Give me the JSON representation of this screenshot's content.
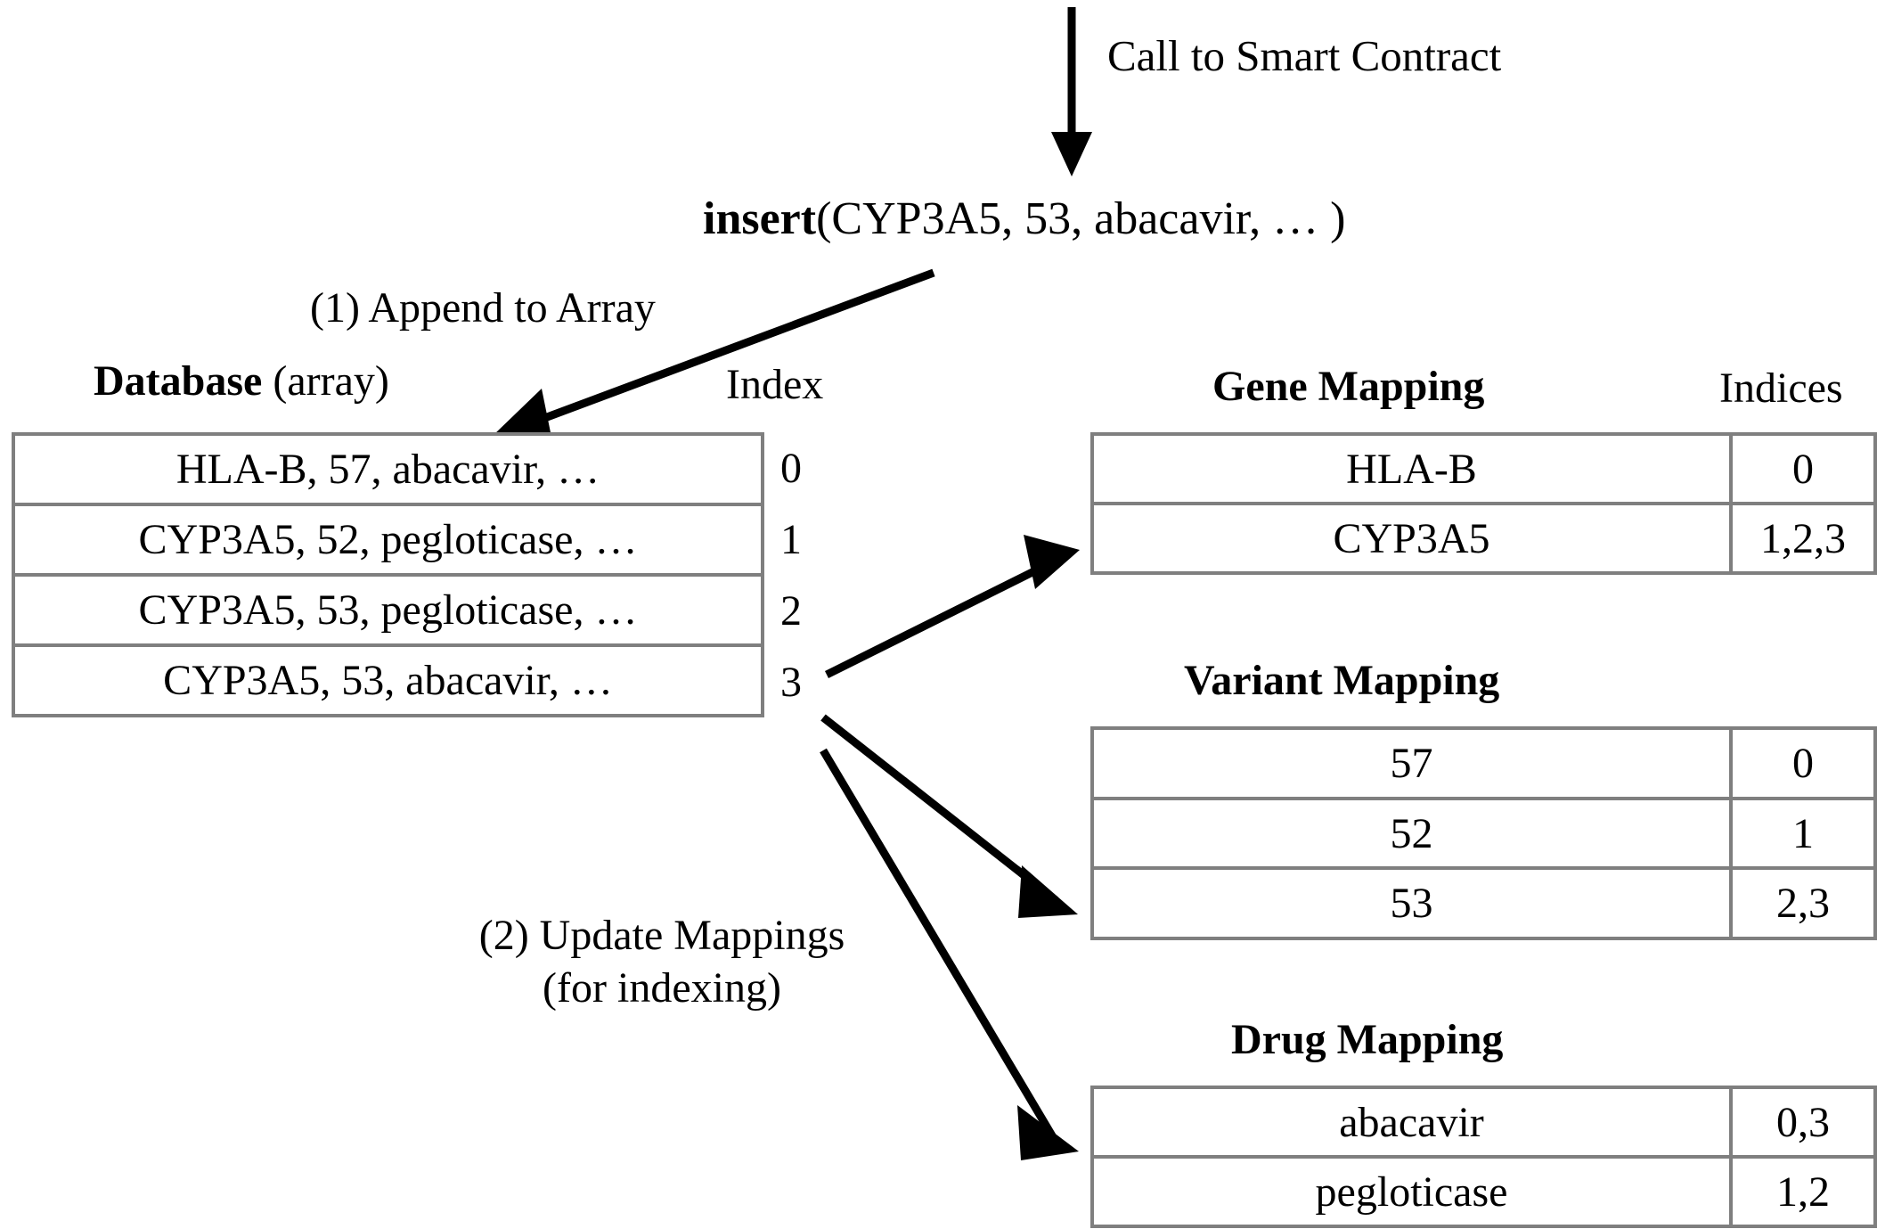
{
  "flow": {
    "call_label": "Call to Smart Contract",
    "insert_fn": "insert",
    "insert_args": "(CYP3A5, 53, abacavir, … )",
    "step1_label": "(1) Append to Array",
    "step2_label": "(2) Update Mappings\n(for indexing)"
  },
  "database": {
    "title_bold": "Database",
    "title_rest": " (array)",
    "index_header": "Index",
    "rows": [
      {
        "record": "HLA-B, 57, abacavir, …",
        "index": "0"
      },
      {
        "record": "CYP3A5, 52, pegloticase, …",
        "index": "1"
      },
      {
        "record": "CYP3A5, 53, pegloticase, …",
        "index": "2"
      },
      {
        "record": "CYP3A5, 53, abacavir, …",
        "index": "3"
      }
    ]
  },
  "indices_header": "Indices",
  "mappings": {
    "gene": {
      "title": "Gene Mapping",
      "rows": [
        {
          "key": "HLA-B",
          "value": "0"
        },
        {
          "key": "CYP3A5",
          "value": "1,2,3"
        }
      ]
    },
    "variant": {
      "title": "Variant Mapping",
      "rows": [
        {
          "key": "57",
          "value": "0"
        },
        {
          "key": "52",
          "value": "1"
        },
        {
          "key": "53",
          "value": "2,3"
        }
      ]
    },
    "drug": {
      "title": "Drug Mapping",
      "rows": [
        {
          "key": "abacavir",
          "value": "0,3"
        },
        {
          "key": "pegloticase",
          "value": "1,2"
        }
      ]
    }
  },
  "colors": {
    "table_border": "#7f7f7f",
    "ink": "#000000",
    "background": "#ffffff"
  }
}
